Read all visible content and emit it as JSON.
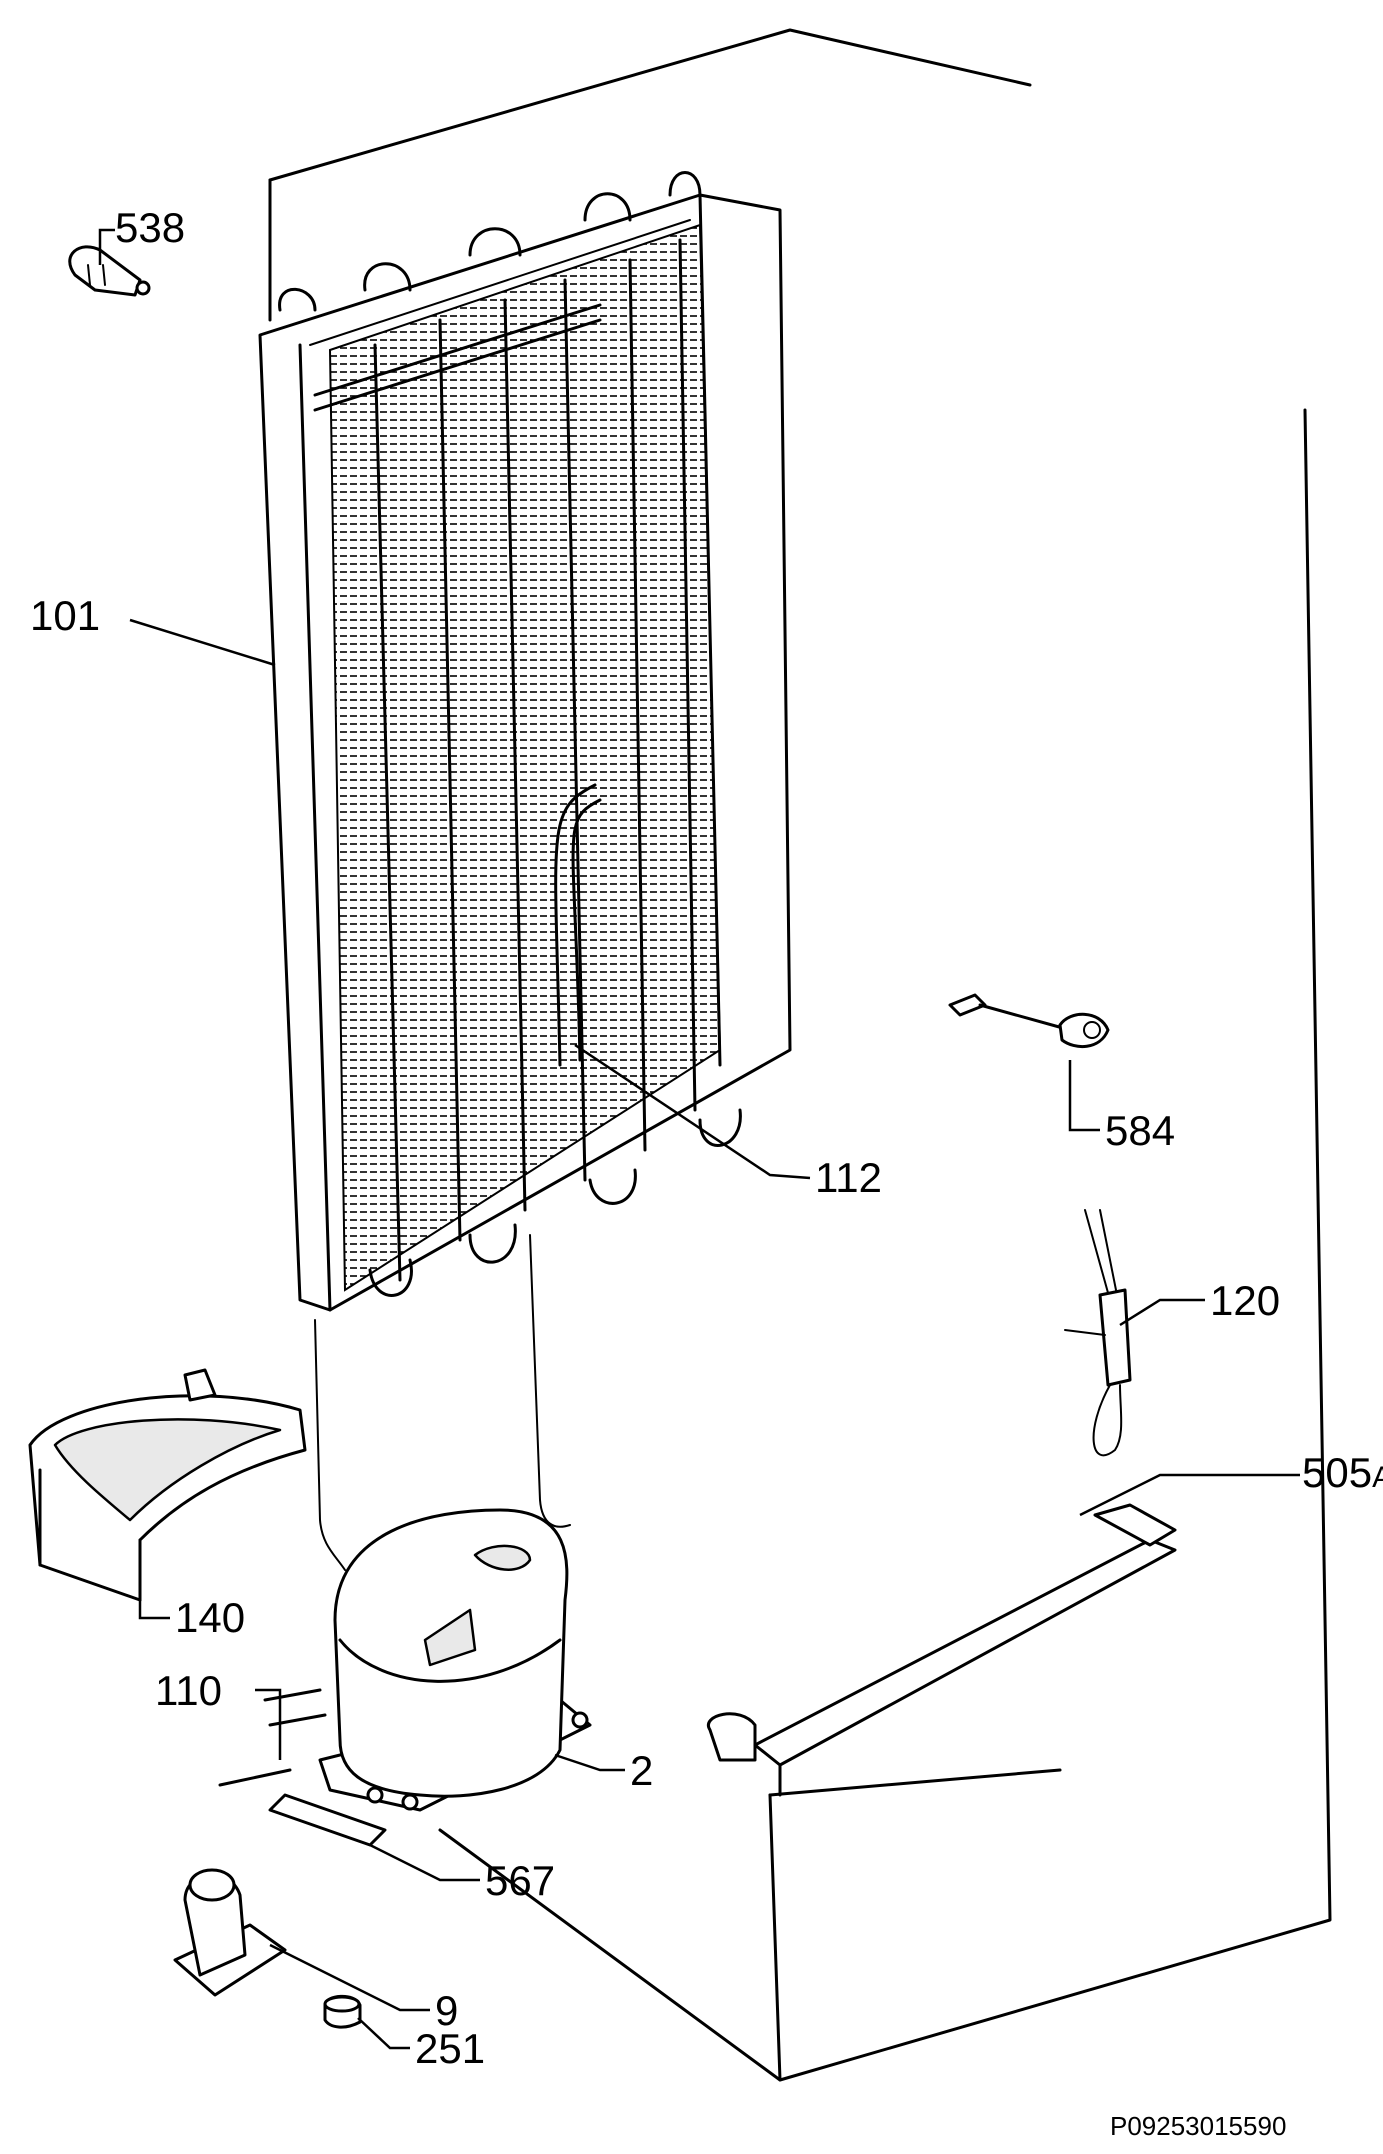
{
  "labels": {
    "p538": "538",
    "p101": "101",
    "p112": "112",
    "p584": "584",
    "p120": "120",
    "p505": "505",
    "p505_suffix": "A",
    "p140": "140",
    "p110": "110",
    "p2": "2",
    "p567": "567",
    "p9": "9",
    "p251": "251"
  },
  "drawing_code": "P09253015590"
}
